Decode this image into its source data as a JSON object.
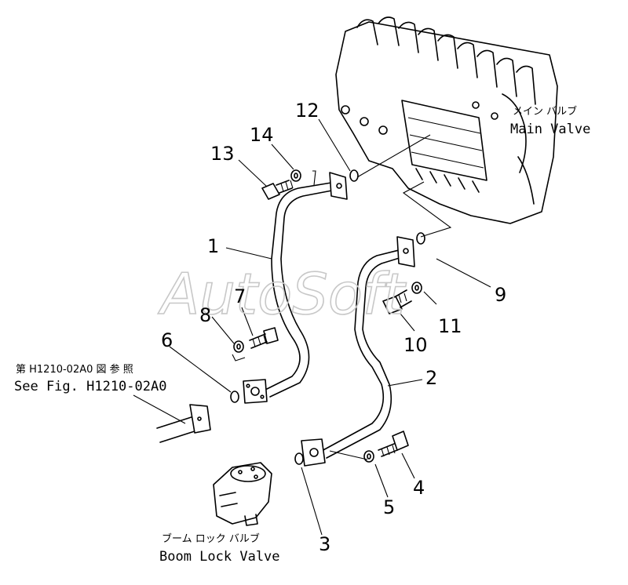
{
  "watermark": "AutoSoft",
  "labels": {
    "main_valve_jp": "メイン バルブ",
    "main_valve_en": "Main Valve",
    "see_fig_jp": "第 H1210-02A0 図 参 照",
    "see_fig_en": "See Fig. H1210-02A0",
    "boom_lock_jp": "ブーム ロック バルブ",
    "boom_lock_en": "Boom Lock Valve"
  },
  "callouts": [
    "1",
    "2",
    "3",
    "4",
    "5",
    "6",
    "7",
    "8",
    "9",
    "10",
    "11",
    "12",
    "13",
    "14"
  ]
}
